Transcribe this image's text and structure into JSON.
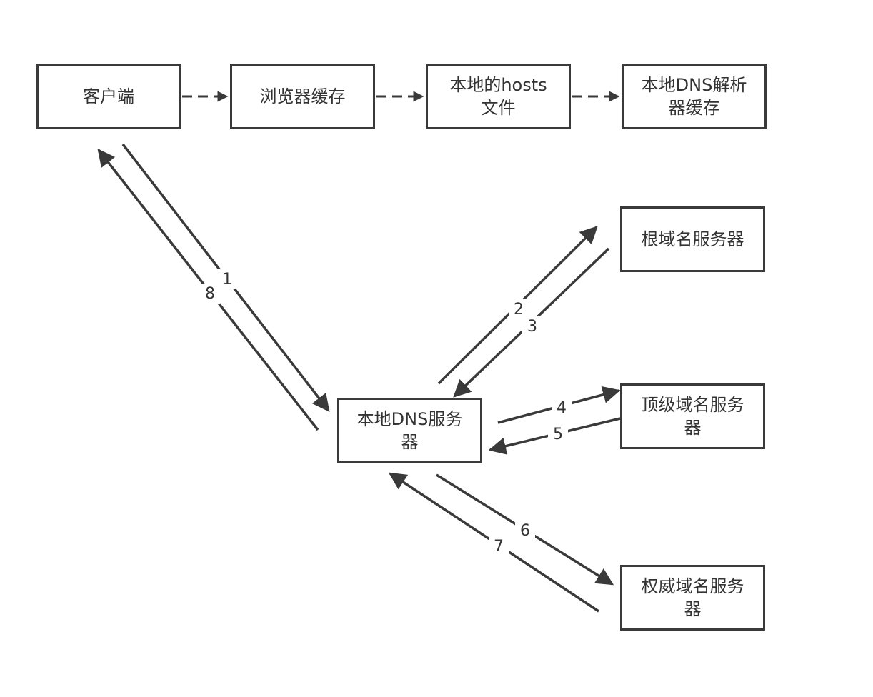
{
  "nodes": {
    "client": "客户端",
    "browser_cache": "浏览器缓存",
    "hosts_file": "本地的hosts文件",
    "resolver_cache": "本地DNS解析器缓存",
    "local_dns": "本地DNS服务器",
    "root_dns": "根域名服务器",
    "tld_dns": "顶级域名服务器",
    "auth_dns": "权威域名服务器"
  },
  "edges": {
    "e1": "1",
    "e2": "2",
    "e3": "3",
    "e4": "4",
    "e5": "5",
    "e6": "6",
    "e7": "7",
    "e8": "8"
  },
  "colors": {
    "stroke": "#3a3a3a",
    "text": "#333333",
    "background": "#ffffff"
  }
}
